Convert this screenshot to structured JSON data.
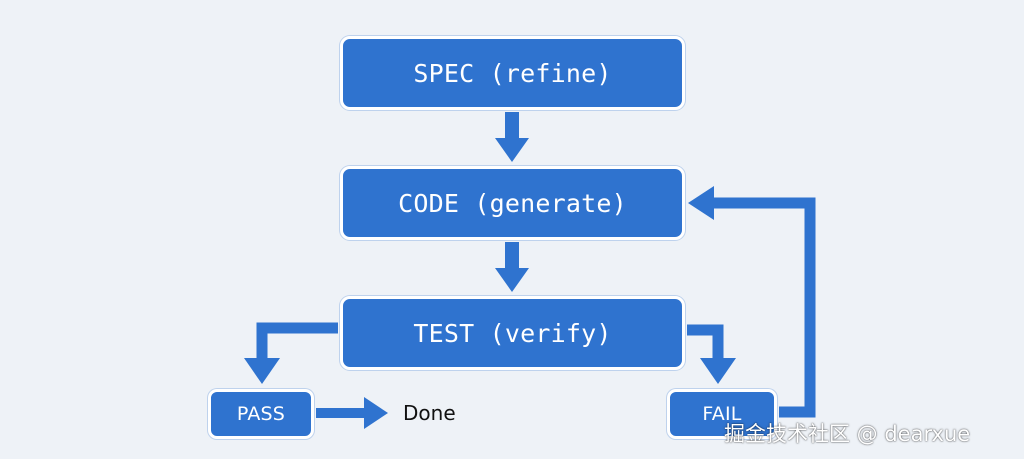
{
  "diagram": {
    "spec": "SPEC (refine)",
    "code": "CODE (generate)",
    "test": "TEST (verify)",
    "pass": "PASS",
    "fail": "FAIL",
    "done": "Done"
  },
  "watermark": "掘金技术社区 @ dearxue",
  "colors": {
    "background": "#eef2f7",
    "box_fill": "#2f73cf",
    "box_border": "#ffffff",
    "arrow": "#2f73cf",
    "text_dark": "#111111"
  }
}
